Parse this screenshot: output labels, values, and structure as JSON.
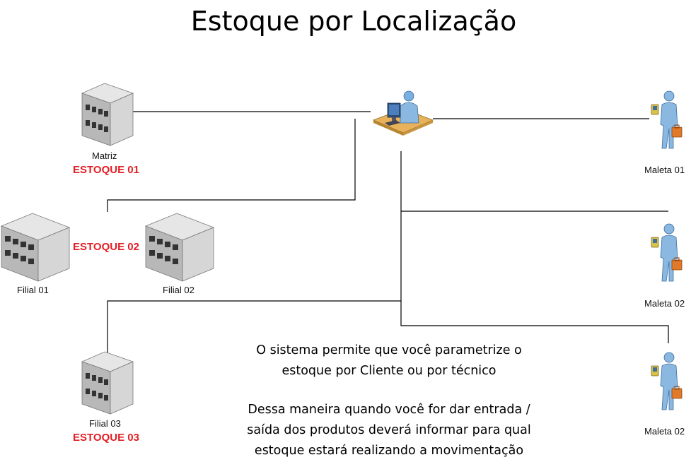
{
  "title": "Estoque por Localização",
  "nodes": {
    "matriz": {
      "label": "Matriz",
      "stock": "ESTOQUE 01"
    },
    "filial01": {
      "label": "Filial 01"
    },
    "filial02": {
      "label": "Filial 02"
    },
    "filial_stock": "ESTOQUE 02",
    "filial03": {
      "label": "Filial 03",
      "stock": "ESTOQUE 03"
    },
    "maleta_a": {
      "label": "Maleta 01"
    },
    "maleta_b": {
      "label": "Maleta 02"
    },
    "maleta_c": {
      "label": "Maleta 02"
    }
  },
  "note": {
    "line1": "O sistema permite que você parametrize o",
    "line2": "estoque por Cliente ou por técnico",
    "line3": "Dessa maneira quando você for dar entrada /",
    "line4": "saída dos produtos deverá informar para qual",
    "line5": "estoque estará realizando a movimentação"
  },
  "colors": {
    "stock_label": "#e31e24",
    "connector": "#000000",
    "building": "#c9c9c9",
    "person": "#8ab8e0"
  },
  "icons": {
    "building": "building-icon",
    "operator": "computer-operator-icon",
    "technician": "technician-icon"
  }
}
